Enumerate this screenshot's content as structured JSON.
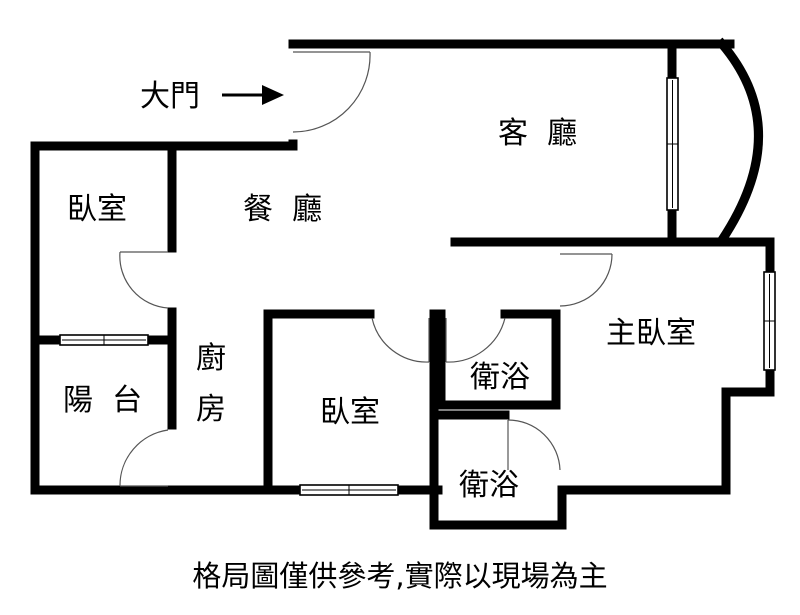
{
  "entrance_label": "大門",
  "rooms": {
    "living_room": "客  廳",
    "dining_room": "餐  廳",
    "bedroom_left": "臥室",
    "balcony": "陽  台",
    "kitchen_line1": "廚",
    "kitchen_line2": "房",
    "bedroom_middle": "臥室",
    "bathroom_1": "衛浴",
    "bathroom_2": "衛浴",
    "master_bedroom": "主臥室"
  },
  "caption": "格局圖僅供參考,實際以現場為主"
}
